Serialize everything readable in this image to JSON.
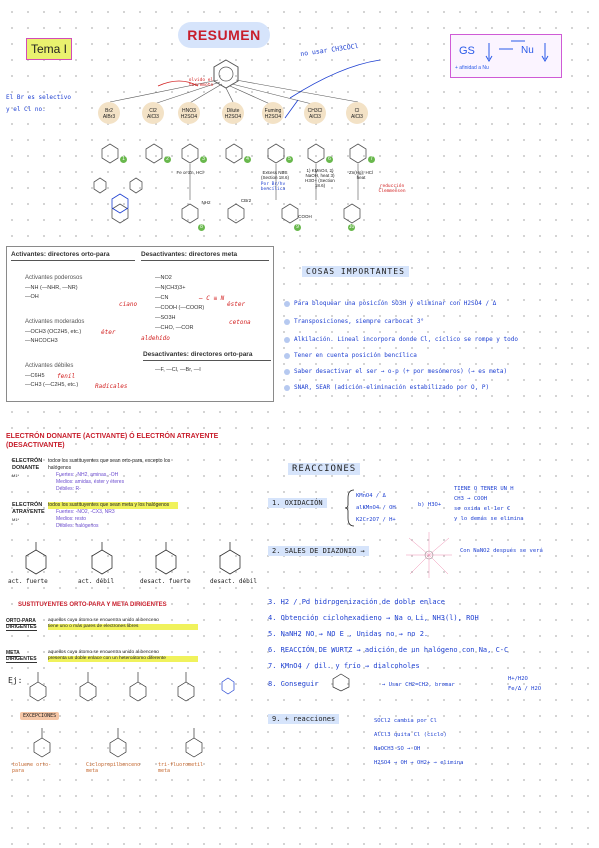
{
  "tema": "Tema I",
  "resumen_title": "RESUMEN",
  "br_note": [
    "El Br es selectivo",
    "y el Cl no."
  ],
  "no_usar": "no usar CH3COCl",
  "gs_box": {
    "gs": "GS",
    "nu": "Nu",
    "aff": "+ afinidad a Nu"
  },
  "diagram": {
    "reagents": [
      {
        "top": "Br2",
        "bottom": "AlBr3"
      },
      {
        "top": "Cl2",
        "bottom": "AlCl3"
      },
      {
        "top": "HNO3",
        "bottom": "H2SO4"
      },
      {
        "top": "Dilute",
        "bottom": "H2SO4"
      },
      {
        "top": "Fuming",
        "bottom": "H2SO4"
      },
      {
        "top": "CH3Cl",
        "bottom": "AlCl3"
      },
      {
        "top": "Cl",
        "bottom": "AlCl3"
      }
    ],
    "numbers": [
      "1",
      "2",
      "3",
      "4",
      "5",
      "6",
      "7",
      "8",
      "9",
      "10"
    ],
    "fe_hcl": "Fe or Zn, HCl",
    "excess": "Excess NBS (Section 18.6)",
    "kmno4": "1) KMnO4, 2) NaOH, heat 3) H3O+ (Section 18.6)",
    "zn_hg": "Zn(Hg), HCl heat",
    "nh2": "NH2",
    "cbr2": "CBr2",
    "cooh": "COOH",
    "red_note1": "olvido el terremoto",
    "red_note2": "reducción Clemmensen",
    "blue_note": "Por Br/hv bencílica"
  },
  "act_table": {
    "activ_header": "Activantes: directores orto-para",
    "deact_header": "Desactivantes: directores meta",
    "poderosos": "Activantes poderosos",
    "pod_items": [
      "—NH (—NHR, —NR)",
      "—OH"
    ],
    "moderados": "Activantes moderados",
    "mod_items": [
      "—OCH3 (OC2H5, etc.)",
      "—NHCOCH3"
    ],
    "debiles": "Activantes débiles",
    "deb_items": [
      "—C6H5",
      "—CH3 (—C2H5, etc.)"
    ],
    "deact_items": [
      "—NO2",
      "—N(CH3)3+",
      "—CN",
      "—COOH (—COOR)",
      "—SO3H",
      "—CHO, —COR"
    ],
    "deact2_header": "Desactivantes: directores orto-para",
    "halogens": "—F, —Cl, —Br, —I",
    "anno_ester": "éter",
    "anno_fenil": "fenil",
    "anno_radicales": "Radicales",
    "anno_ciano": "ciano",
    "anno_ester2": "éster",
    "anno_cetona": "cetona",
    "anno_aldehido": "aldehído",
    "anno_triple": "— C ≡ N"
  },
  "cosas": {
    "title": "COSAS IMPORTANTES",
    "items": [
      "Para bloquear una posición SO3H y eliminar con H2SO4 / Δ",
      "Transposiciones, siempre carbocat 3°",
      "Alkilación. Lineal incorpora donde Cl, cíclico se rompe y todo",
      "Tener en cuenta posición bencílica",
      "Saber desactivar el ser → o-p (+ por mesómeros) (→ es meta)",
      "SNAR, SEAR (adición-eliminación estabilizado por O, P)"
    ]
  },
  "donor": {
    "title": "ELECTRÓN DONANTE (ACTIVANTE) Ó ELECTRÓN ATRAYENTE (DESACTIVANTE)",
    "donante_label": "ELECTRÓN DONANTE",
    "donante_sub": "M1*",
    "donante_text": [
      "todos los sustituyentes que sean orto-para, excepto los halógenos",
      "Fuertes: -NH2, aminas, -OH",
      "Medios: amidas, éster y éteres",
      "Débiles: R-"
    ],
    "atrayente_label": "ELECTRÓN ATRAYENTE",
    "atrayente_sub": "M1*",
    "atrayente_text": [
      "todos los sustituyentes que sean meta y los halógenos",
      "Fuertes: -NO2, -CX3, NR3",
      "Medios: resto",
      "Débiles: halógenos"
    ],
    "mol_labels": [
      "act. fuerte",
      "act. débil",
      "desact. fuerte",
      "desact. débil"
    ],
    "op_title": "SUSTITUYENTES ORTO-PARA Y META DIRIGENTES",
    "orto_label": "ORTO-PARA DIRIGENTES",
    "orto_text": [
      "aquellos cuyo átomo se encuentra unido al benceno",
      "tiene uno o más pares de electrones libres"
    ],
    "meta_label": "META DIRIGENTES",
    "meta_text": [
      "aquellos cuyo átomo se encuentra unido al benceno",
      "presenta un doble enlace con un heteroátomo diferente"
    ],
    "ej": "Ej:",
    "excepciones": "EXCEPCIONES",
    "exc_labels": [
      "toluene orto-para",
      "Ciclopropilbenceno meta",
      "tri-fluorometil meta"
    ],
    "ortopara": [
      "orto-para",
      "orto-para",
      "meta"
    ]
  },
  "reacciones": {
    "title": "REACCIONES",
    "r1": "1. OXIDACIÓN",
    "r1_opts": [
      "KMnO4 / Δ",
      "alKMnO4 / OH",
      "K2Cr2O7 / H+"
    ],
    "r1_extra": "b) H3O+",
    "r1_note": [
      "TIENE Q TENER UN H",
      "CH3 → COOH",
      "se oxida el 1er C",
      "y lo demás se elimina"
    ],
    "r2": "2. SALES DE DIAZONIO →",
    "r2_note": "Con NaNO2 después se verá",
    "r3": "3. H2 / Pd   hidrogenización de doble enlace",
    "r4": "4. Obtención ciclohexadieno → Na o Li, NH3(l), ROH",
    "r5": "5. NaNH2 NO → NO E , Unidas no → no 2.",
    "r6": "6. REACCIÓN DE WURTZ → adición de un halógeno con Na, C-C",
    "r7": "7. KMnO4 / dil. y frío → dialcoholes",
    "r8": "8. Conseguir",
    "r8_mid": "→  Usar CH2=CH2, bromar",
    "r8_right": [
      "H+/H2O",
      "Fe/Δ / H2O"
    ],
    "r9": "9. + reacciones",
    "r9_items": [
      "SOCl2 cambia por Cl",
      "AlCl3 quita Cl (ciclo)",
      "NaOCH3 SO → OH",
      "H2SO4 → OH → OH2+ → elimina"
    ]
  }
}
